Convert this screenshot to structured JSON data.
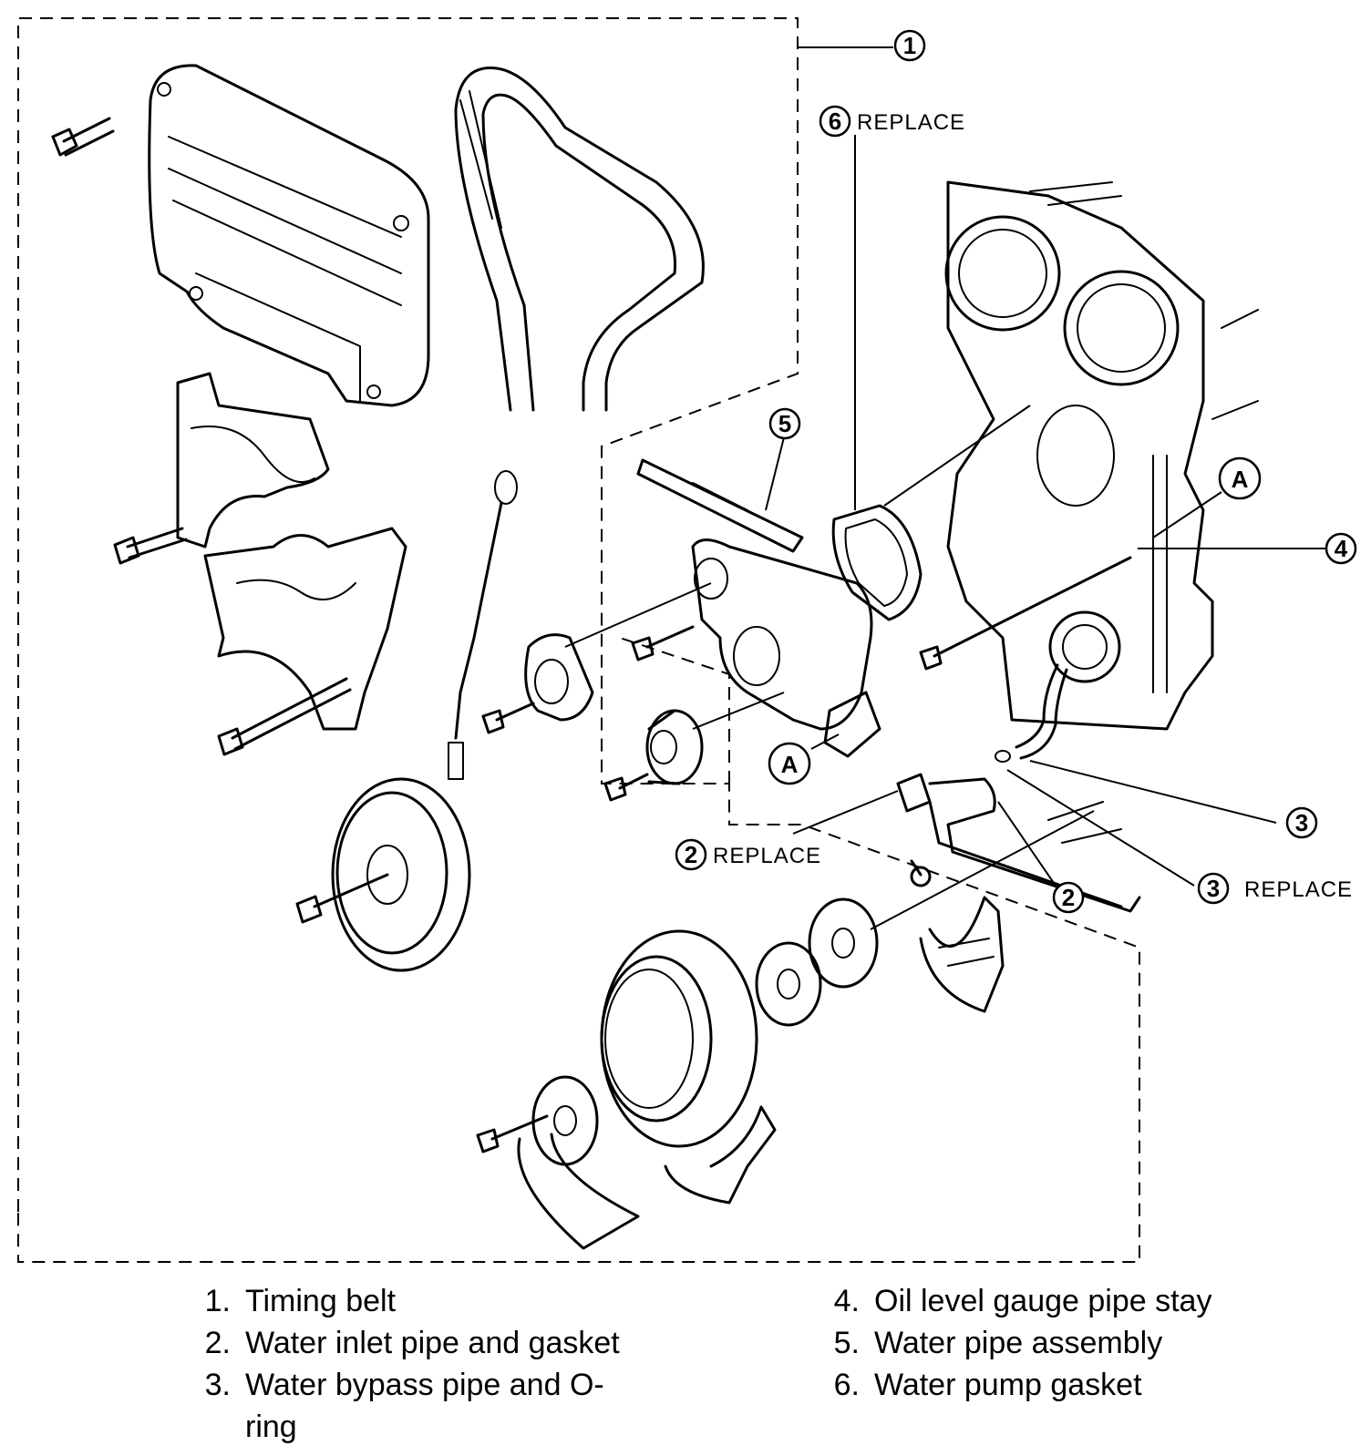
{
  "callouts": {
    "c1": "1",
    "c2a": "2",
    "c2b": "2",
    "c3a": "3",
    "c3b": "3",
    "c4": "4",
    "c5": "5",
    "c6": "6",
    "cAa": "A",
    "cAb": "A"
  },
  "notes": {
    "replace_6": "REPLACE",
    "replace_2": "REPLACE",
    "replace_3": "REPLACE"
  },
  "legend": {
    "left": [
      {
        "num": "1.",
        "label": "Timing belt"
      },
      {
        "num": "2.",
        "label": "Water inlet pipe and gasket"
      },
      {
        "num": "3.",
        "label": "Water bypass pipe and O-ring"
      }
    ],
    "right": [
      {
        "num": "4.",
        "label": "Oil level gauge pipe stay"
      },
      {
        "num": "5.",
        "label": "Water pipe assembly"
      },
      {
        "num": "6.",
        "label": "Water pump gasket"
      }
    ]
  }
}
